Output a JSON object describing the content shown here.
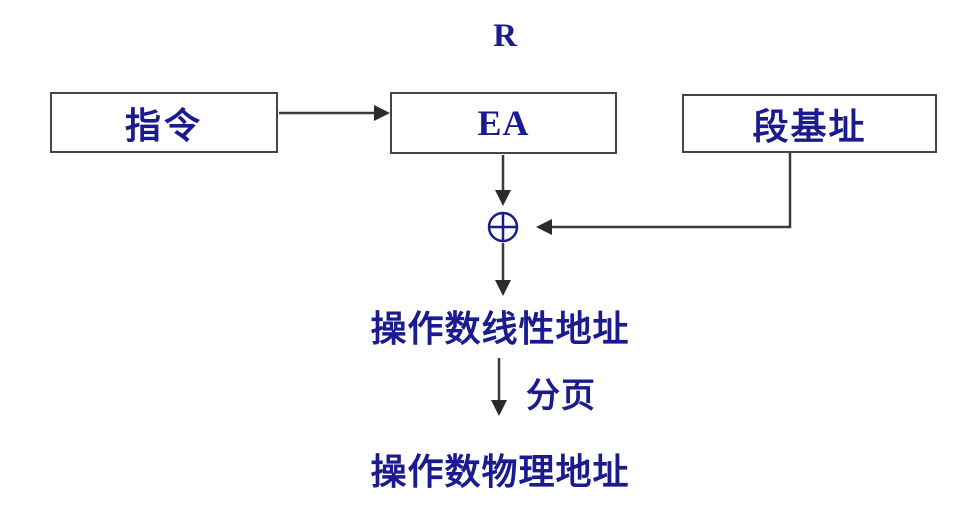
{
  "diagram": {
    "title_hint": "x86 operand address translation flow diagram",
    "register_label": "R",
    "boxes": {
      "instruction": "指令",
      "effective_address": "EA",
      "segment_base": "段基址"
    },
    "icons": {
      "adder": "⊕"
    },
    "labels": {
      "linear_address": "操作数线性地址",
      "paging": "分页",
      "physical_address": "操作数物理地址"
    },
    "colors": {
      "text": "#1b1b8f",
      "line": "#3a3a3a",
      "border": "#454545",
      "background": "#ffffff"
    }
  }
}
